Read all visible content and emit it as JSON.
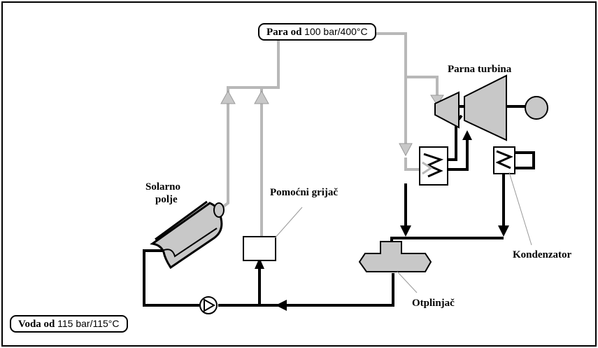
{
  "steam_pill": {
    "bold": "Para od",
    "value": "100 bar/400°C"
  },
  "water_pill": {
    "bold": "Voda od",
    "value": "115 bar/115°C"
  },
  "labels": {
    "turbine": "Parna turbina",
    "solar_field_1": "Solarno",
    "solar_field_2": "polje",
    "aux_heater": "Pomoćni grijač",
    "condenser": "Kondenzator",
    "deaerator": "Otplinjač"
  },
  "colors": {
    "steam_line": "#b8b8b8",
    "water_line": "#000000",
    "component_fill": "#c8c8c8",
    "border": "#000000"
  }
}
